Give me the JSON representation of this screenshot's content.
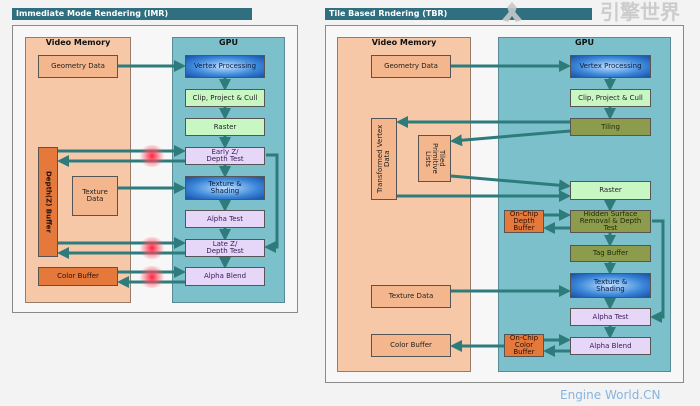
{
  "imr": {
    "title": "Immediate Mode Rendering (IMR)",
    "video_memory": "Video Memory",
    "gpu": "GPU",
    "geometry_data": "Geometry Data",
    "depth_buffer": "Depth(Z) Buffer",
    "texture_data": "Texture Data",
    "color_buffer": "Color Buffer",
    "vertex_processing": "Vertex Processing",
    "clip": "Clip, Project & Cull",
    "raster": "Raster",
    "early_z": "Early Z/ Depth Test",
    "texture_shading": "Texture & Shading",
    "alpha_test": "Alpha Test",
    "late_z": "Late Z/ Depth Test",
    "alpha_blend": "Alpha Blend"
  },
  "tbr": {
    "title": "Tile Based Rndering (TBR)",
    "video_memory": "Video Memory",
    "gpu": "GPU",
    "geometry_data": "Geometry Data",
    "transformed_vertex": "Transformed Vertex Data",
    "tiled_lists": "Tiled Primitive Lists",
    "texture_data": "Texture Data",
    "color_buffer": "Color Buffer",
    "vertex_processing": "Vertex Processing",
    "clip": "Clip, Project & Cull",
    "tiling": "Tiling",
    "raster": "Raster",
    "onchip_depth": "On-Chip Depth Buffer",
    "hsr": "Hidden Surface Removal & Depth Test",
    "tag_buffer": "Tag Buffer",
    "texture_shading": "Texture & Shading",
    "alpha_test": "Alpha Test",
    "onchip_color": "On-Chip Color Buffer",
    "alpha_blend": "Alpha Blend"
  },
  "watermark": {
    "logo_text": "引擎世界",
    "subtitle": "Engine World.CN"
  },
  "colors": {
    "arrow": "#2e7b7b",
    "video_memory": "#f7c8a8",
    "gpu": "#7cc0cb",
    "title_bar": "#2f6f80"
  }
}
